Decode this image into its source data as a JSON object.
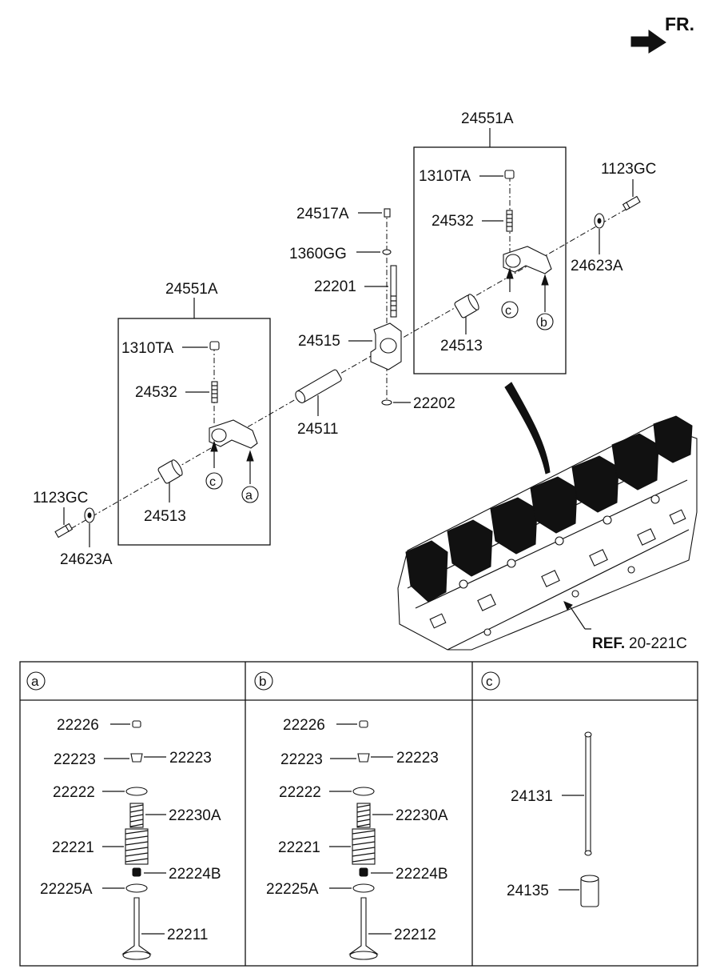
{
  "direction": {
    "label": "FR."
  },
  "groups": [
    {
      "id": "left",
      "label": "24551A"
    },
    {
      "id": "right",
      "label": "24551A"
    }
  ],
  "parts": {
    "fr_1310ta": "1310TA",
    "fr_24532": "24532",
    "fr_24513": "24513",
    "fl_1310ta": "1310TA",
    "fl_24532": "24532",
    "fl_24513": "24513",
    "p_1123gc_right": "1123GC",
    "p_24623a_right": "24623A",
    "p_1123gc_left": "1123GC",
    "p_24623a_left": "24623A",
    "p_24517a": "24517A",
    "p_1360gg": "1360GG",
    "p_22201": "22201",
    "p_24515": "24515",
    "p_22202": "22202",
    "p_24511": "24511"
  },
  "callouts": {
    "a": "a",
    "b": "b",
    "c": "c"
  },
  "reference": {
    "prefix": "REF.",
    "code": "20-221C"
  },
  "detail_panels": [
    {
      "key": "a",
      "parts": {
        "cap": "22226",
        "keeper_l": "22223",
        "keeper_r": "22223",
        "retainer": "22222",
        "spring_inner": "22230A",
        "spring_outer": "22221",
        "seal": "22224B",
        "seat": "22225A",
        "valve": "22211"
      }
    },
    {
      "key": "b",
      "parts": {
        "cap": "22226",
        "keeper_l": "22223",
        "keeper_r": "22223",
        "retainer": "22222",
        "spring_inner": "22230A",
        "spring_outer": "22221",
        "seal": "22224B",
        "seat": "22225A",
        "valve": "22212"
      }
    },
    {
      "key": "c",
      "parts": {
        "pushrod": "24131",
        "tappet": "24135"
      }
    }
  ],
  "colors": {
    "line": "#111111",
    "background": "#ffffff"
  }
}
